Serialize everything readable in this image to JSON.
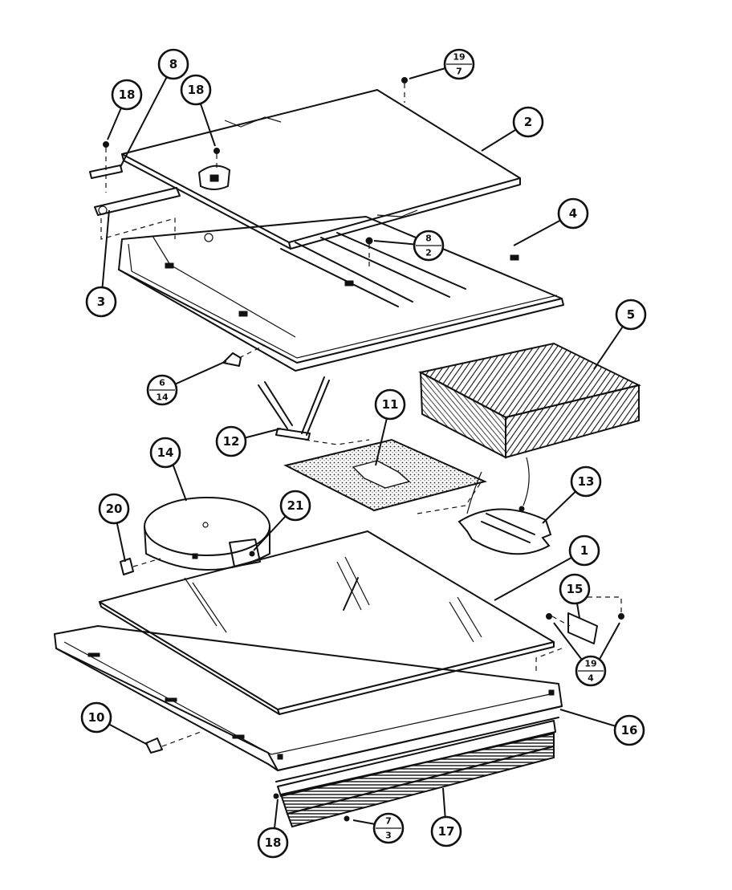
{
  "callouts": [
    {
      "id": "c8",
      "label": "8"
    },
    {
      "id": "c18a",
      "label": "18"
    },
    {
      "id": "c18b",
      "label": "18"
    },
    {
      "id": "c2",
      "label": "2"
    },
    {
      "id": "c4",
      "label": "4"
    },
    {
      "id": "c3",
      "label": "3"
    },
    {
      "id": "c5",
      "label": "5"
    },
    {
      "id": "c11",
      "label": "11"
    },
    {
      "id": "c12",
      "label": "12"
    },
    {
      "id": "c14",
      "label": "14"
    },
    {
      "id": "c13",
      "label": "13"
    },
    {
      "id": "c20",
      "label": "20"
    },
    {
      "id": "c21",
      "label": "21"
    },
    {
      "id": "c1",
      "label": "1"
    },
    {
      "id": "c15",
      "label": "15"
    },
    {
      "id": "c10",
      "label": "10"
    },
    {
      "id": "c16",
      "label": "16"
    },
    {
      "id": "c18c",
      "label": "18"
    },
    {
      "id": "c17",
      "label": "17"
    }
  ],
  "fraction_callouts": [
    {
      "id": "f19_7",
      "top": "19",
      "bottom": "7"
    },
    {
      "id": "f8_2",
      "top": "8",
      "bottom": "2"
    },
    {
      "id": "f6_14",
      "top": "6",
      "bottom": "14"
    },
    {
      "id": "f19_4",
      "top": "19",
      "bottom": "4"
    },
    {
      "id": "f7_3",
      "top": "7",
      "bottom": "3"
    }
  ]
}
